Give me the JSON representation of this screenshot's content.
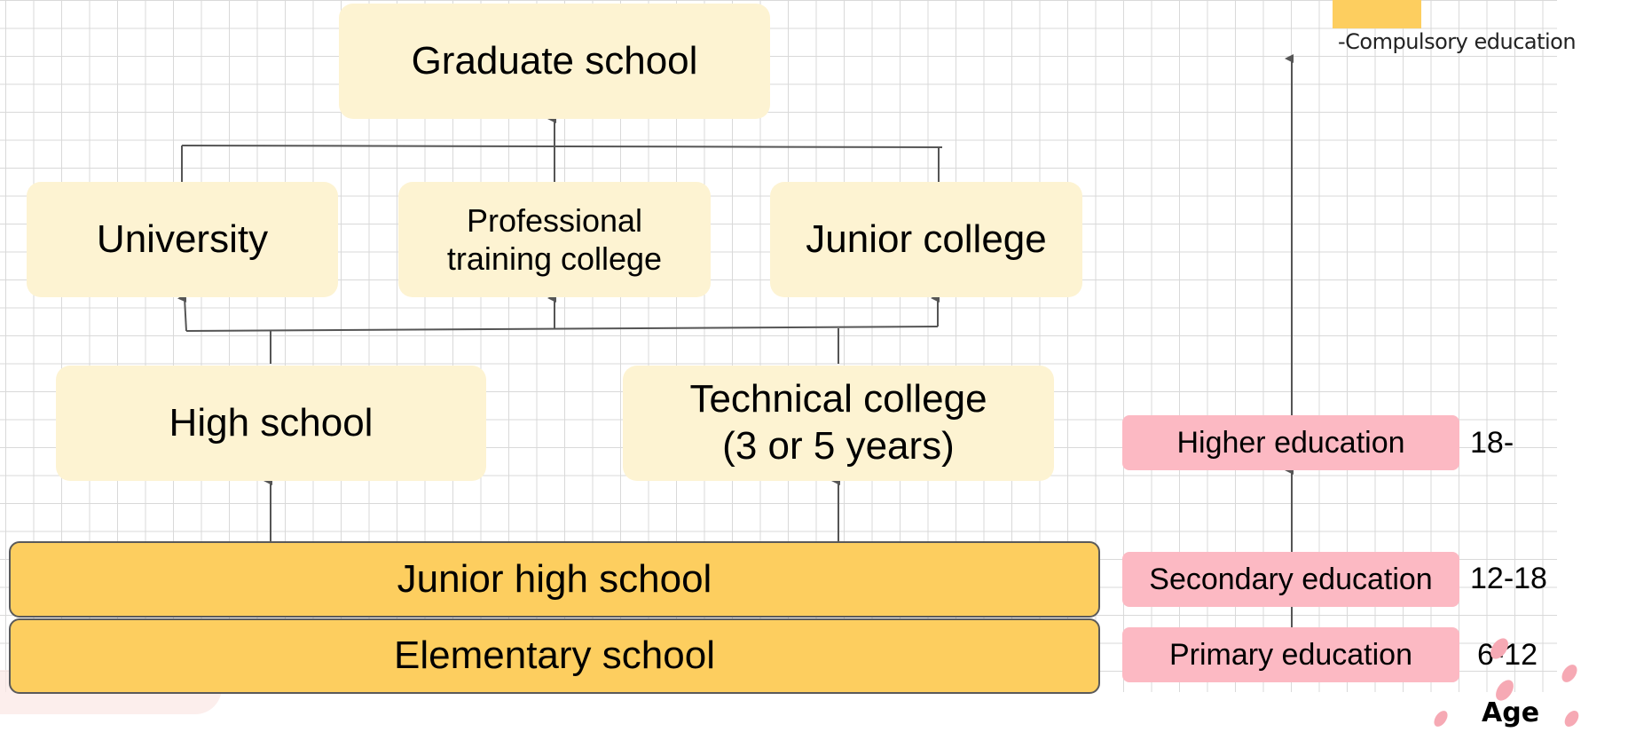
{
  "diagram": {
    "graduate_school": "Graduate school",
    "university": "University",
    "professional_training_college": "Professional training college",
    "junior_college": "Junior college",
    "high_school": "High school",
    "technical_college": "Technical college (3 or 5 years)",
    "junior_high_school": "Junior high school",
    "elementary_school": "Elementary school"
  },
  "stages": {
    "higher": {
      "label": "Higher education",
      "age": "18-"
    },
    "secondary": {
      "label": "Secondary education",
      "age": "12-18"
    },
    "primary": {
      "label": "Primary education",
      "age": "6-12"
    }
  },
  "age_axis_label": "Age",
  "legend": {
    "compulsory_label": "-Compulsory education",
    "compulsory_color": "#fdce5f"
  },
  "colors": {
    "light_box": "#fdf3d2",
    "compulsory": "#fdce5f",
    "stage_box": "#fcb9c3"
  }
}
